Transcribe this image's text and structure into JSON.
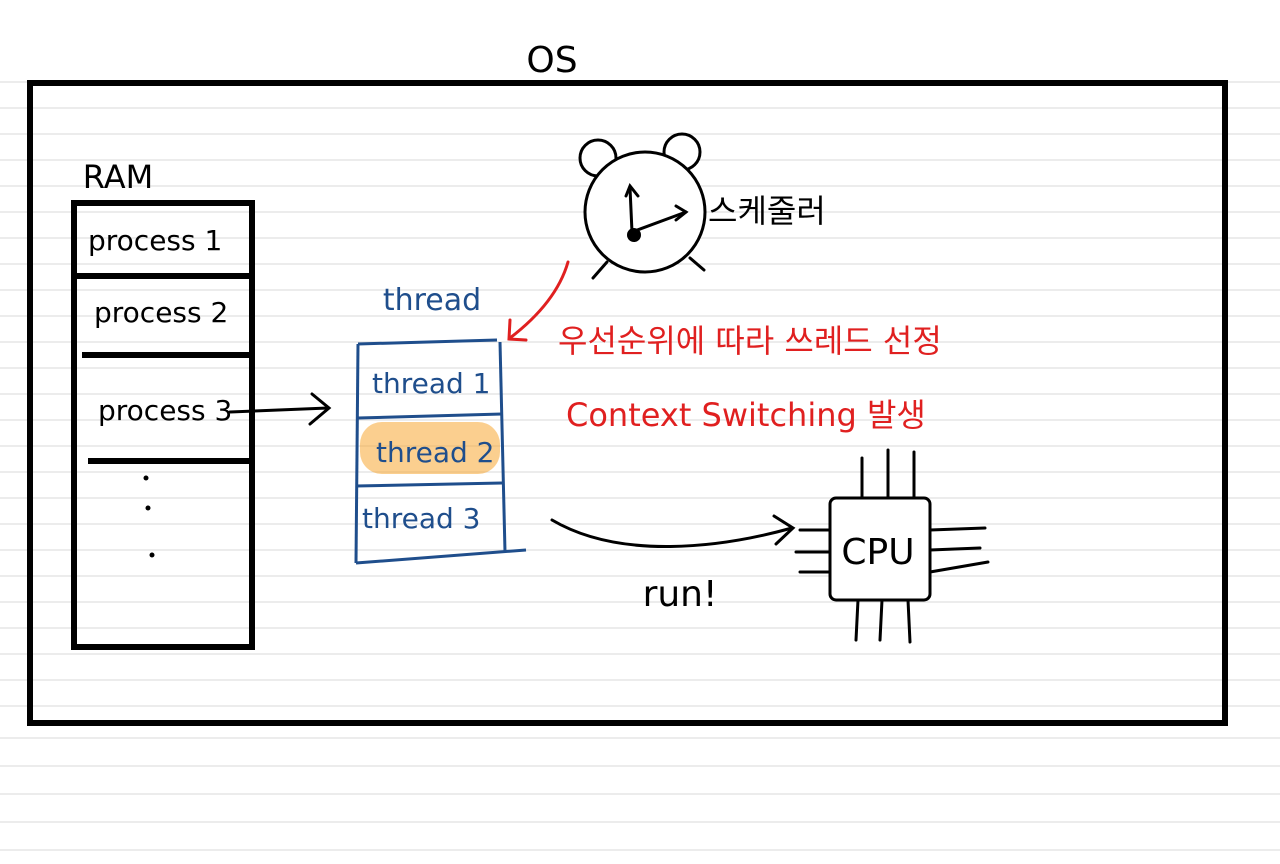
{
  "os_label": "OS",
  "ram": {
    "label": "RAM",
    "processes": [
      "process 1",
      "process 2",
      "process 3"
    ],
    "ellipsis": "·"
  },
  "thread_group": {
    "label": "thread",
    "threads": [
      "thread 1",
      "thread 2",
      "thread 3"
    ]
  },
  "scheduler": {
    "label": "스케줄러",
    "icon": "alarm-clock-icon"
  },
  "annotations": {
    "line1": "우선순위에 따라 쓰레드 선정",
    "line2": "Context Switching 발생"
  },
  "cpu": {
    "label": "CPU",
    "icon": "cpu-chip-icon"
  },
  "run_label": "run!",
  "colors": {
    "ink": "#000000",
    "blue": "#1f4e8c",
    "red": "#e02020",
    "highlight": "#f7a733",
    "rule": "#d9d9d9"
  }
}
